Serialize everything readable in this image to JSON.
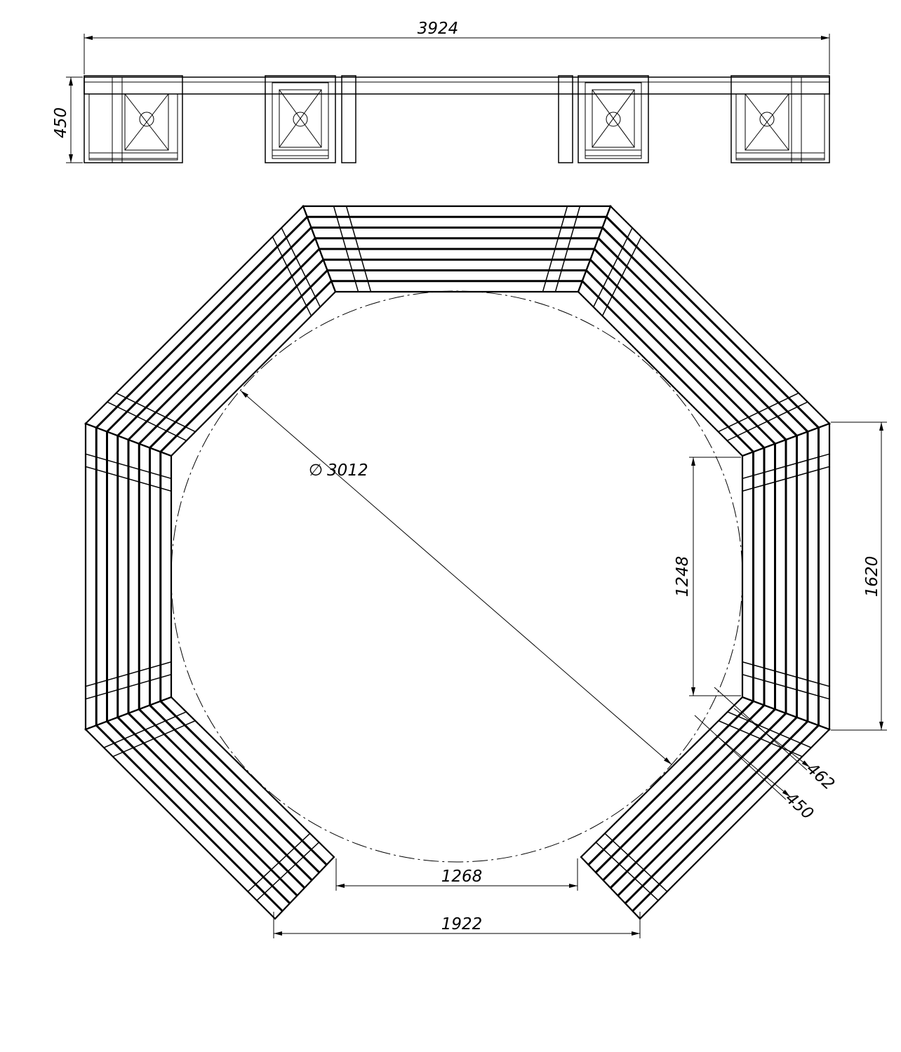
{
  "title": "",
  "dimensions": {
    "overall_length": "3924",
    "height": "450",
    "inner_diameter": "3012",
    "inner_segment_length": "1248",
    "outer_segment_length": "1620",
    "seat_depth_outer": "462",
    "seat_depth_inner": "450",
    "opening_inner": "1268",
    "opening_outer": "1922"
  },
  "symbols": {
    "diameter": "∅"
  }
}
